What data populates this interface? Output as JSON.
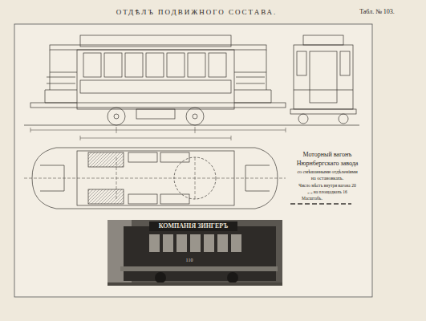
{
  "diagram": {
    "title": "ОТДѢЛЪ ПОДВИЖНОГО СОСТАВА.",
    "labels": [
      "Табл. № 103.",
      "Моторный вагонъ",
      "Нюрнбергскаго завода",
      "со смѣшанными отдѣленіями",
      "на остановкахъ.",
      "Число мѣстъ внутри вагона 20",
      "„ „ на площадкахъ 16",
      "Масштабъ.",
      "КОМПАНІЯ ЗИНГЕРЪ",
      "110"
    ]
  }
}
